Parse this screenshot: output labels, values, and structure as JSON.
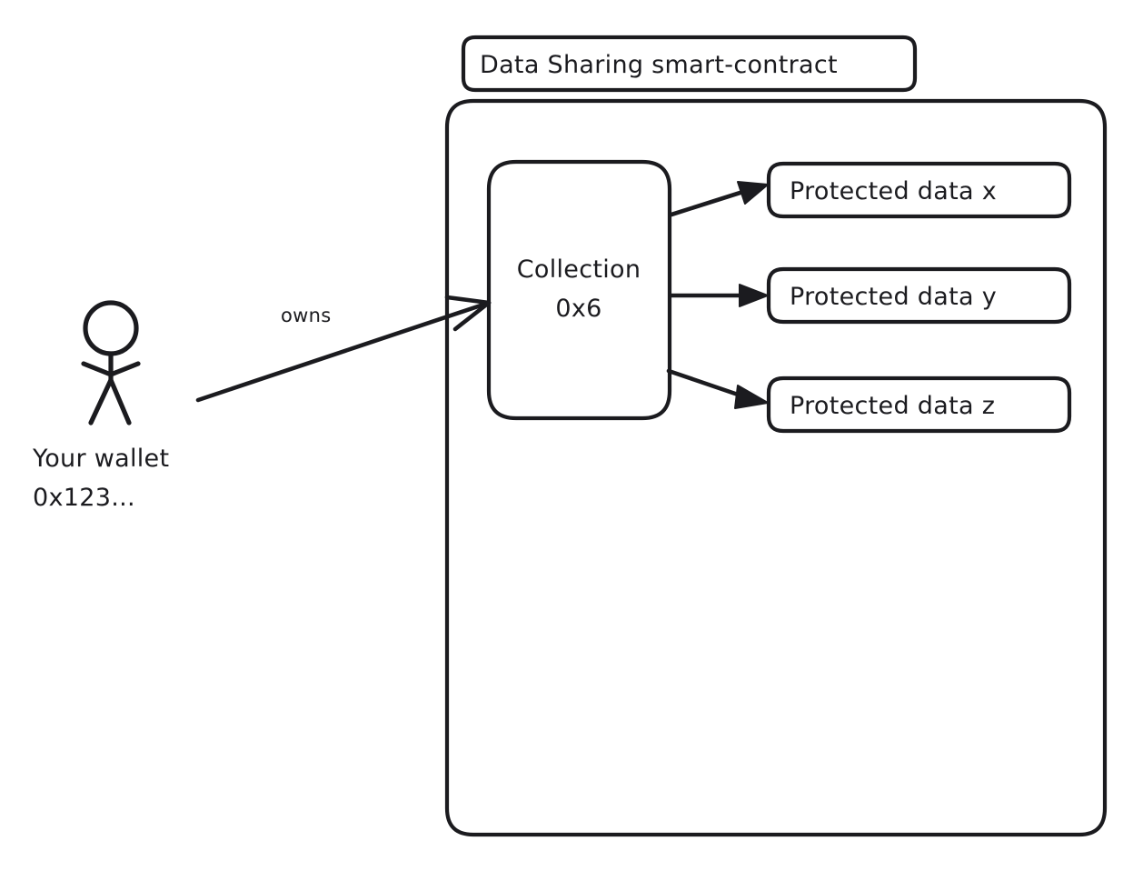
{
  "diagram": {
    "title": "Data Sharing smart-contract",
    "background_color": "#ffffff",
    "ink_color": "#1b1b1f",
    "style": "hand-drawn whiteboard sketch"
  },
  "contract": {
    "title_label": "Data Sharing smart-contract"
  },
  "collection": {
    "line1": "Collection",
    "line2": "0x6"
  },
  "protected_data": [
    {
      "label": "Protected data x"
    },
    {
      "label": "Protected data y"
    },
    {
      "label": "Protected data z"
    }
  ],
  "actor": {
    "name_line1": "Your wallet",
    "name_line2": "0x123...",
    "icon": "stick-figure-person-icon"
  },
  "relations": [
    {
      "label": "owns",
      "from": "Your wallet 0x123...",
      "to": "Collection 0x6"
    },
    {
      "label": "",
      "from": "Collection 0x6",
      "to": "Protected data x"
    },
    {
      "label": "",
      "from": "Collection 0x6",
      "to": "Protected data y"
    },
    {
      "label": "",
      "from": "Collection 0x6",
      "to": "Protected data z"
    }
  ]
}
